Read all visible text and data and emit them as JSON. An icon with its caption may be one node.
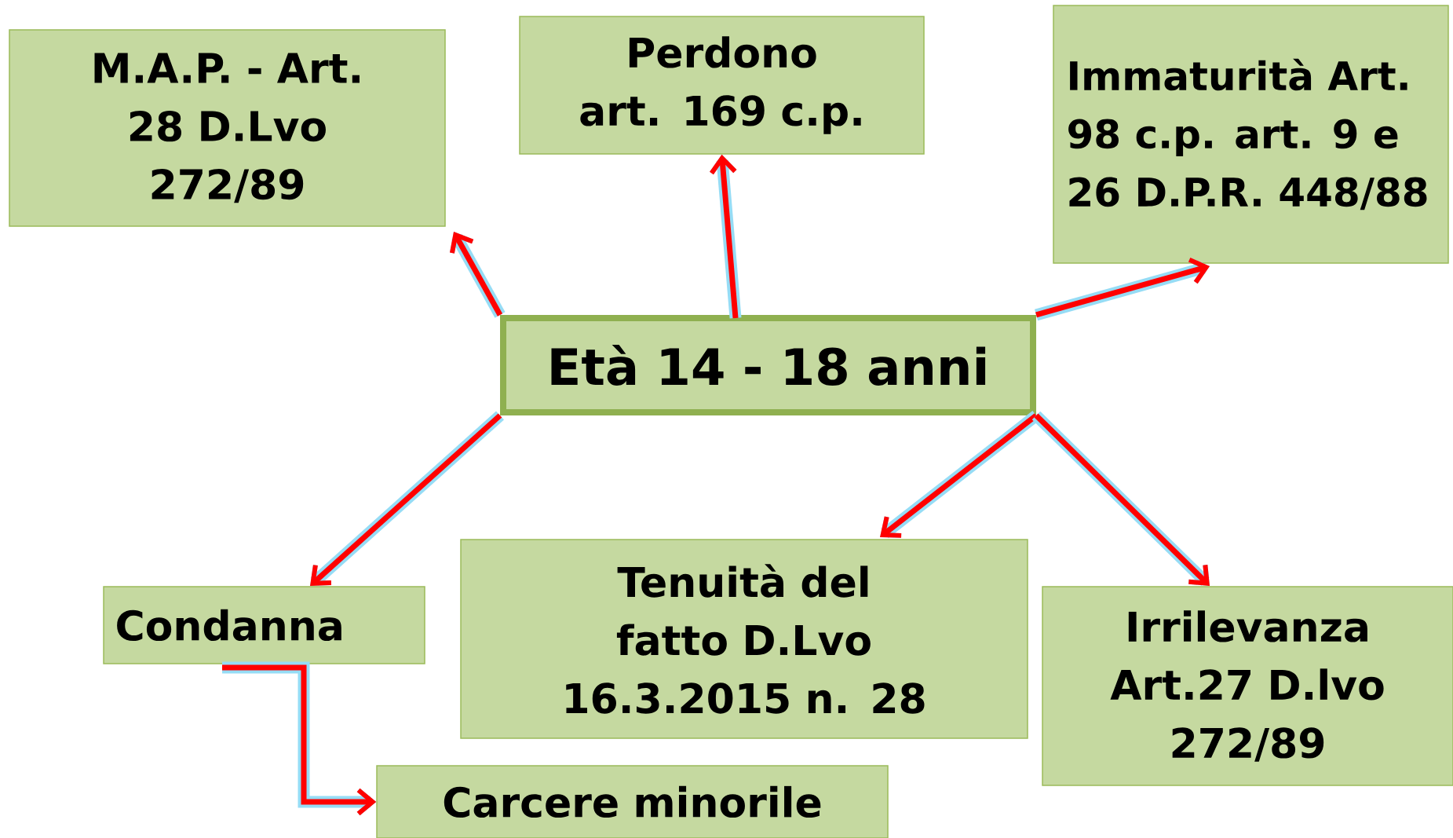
{
  "diagram": {
    "nodes": [
      {
        "text": [
          "Età 14 - 18 anni"
        ]
      },
      {
        "text": [
          "M.A.P. - Art. 28 D.Lvo 272/89"
        ]
      },
      {
        "text": [
          "Perdono art. 169 c.p."
        ]
      },
      {
        "text": [
          "Immaturità Art. 98 c.p. art. 9 e 26 D.P.R. 448/88"
        ]
      },
      {
        "text": [
          "Condanna"
        ]
      },
      {
        "text": [
          "Tenuità del fatto D.Lvo 16.3.2015 n. 28"
        ]
      },
      {
        "text": [
          "Irrilevanza Art.27 D.lvo 272/89"
        ]
      },
      {
        "text": [
          "Carcere minorile"
        ]
      }
    ],
    "edges": [
      {
        "from": 0,
        "to": 1,
        "arrow": "to"
      },
      {
        "from": 0,
        "to": 2,
        "arrow": "to"
      },
      {
        "from": 0,
        "to": 3,
        "arrow": "to"
      },
      {
        "from": 0,
        "to": 4,
        "arrow": "to"
      },
      {
        "from": 0,
        "to": 5,
        "arrow": "to"
      },
      {
        "from": 0,
        "to": 6,
        "arrow": "to"
      },
      {
        "from": 4,
        "to": 7,
        "arrow": "to"
      }
    ]
  }
}
